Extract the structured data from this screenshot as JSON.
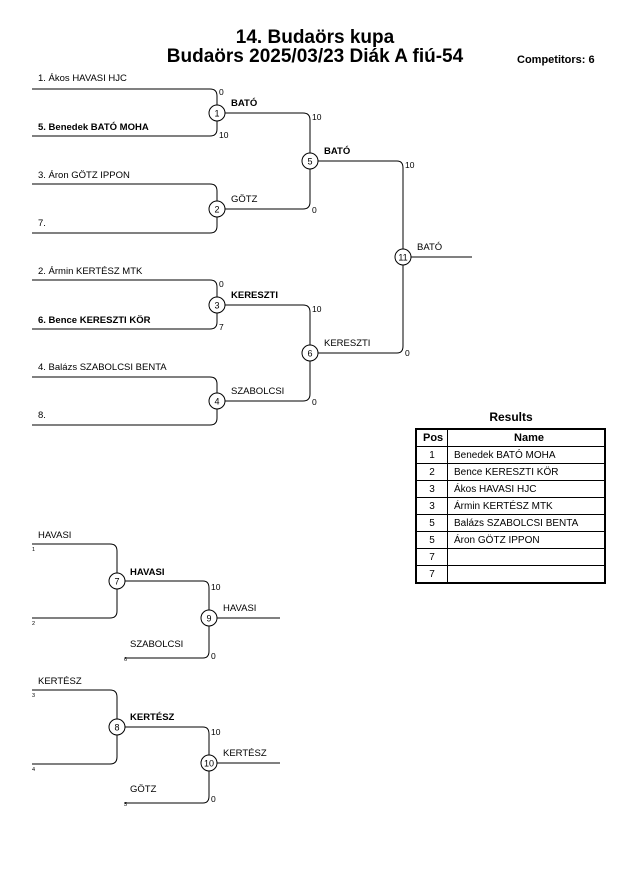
{
  "header": {
    "title": "14. Budaörs kupa",
    "subtitle": "Budaörs 2025/03/23 Diák A fiú-54",
    "competitors": "Competitors: 6"
  },
  "main_bracket": {
    "entries": [
      "1. Ákos HAVASI HJC",
      "5. Benedek BATÓ MOHA",
      "3. Áron GÖTZ IPPON",
      "7.",
      "2. Ármin KERTÉSZ MTK",
      "6. Bence KERESZTI KÖR",
      "4. Balázs SZABOLCSI BENTA",
      "8."
    ],
    "matches": [
      {
        "no": "1",
        "winner": "BATÓ",
        "scores": [
          "0",
          "10"
        ]
      },
      {
        "no": "2",
        "winner": "GÖTZ",
        "scores": [
          "",
          ""
        ]
      },
      {
        "no": "3",
        "winner": "KERESZTI",
        "scores": [
          "0",
          "7"
        ]
      },
      {
        "no": "4",
        "winner": "SZABOLCSI",
        "scores": [
          "",
          ""
        ]
      },
      {
        "no": "5",
        "winner": "BATÓ",
        "scores": [
          "10",
          "0"
        ]
      },
      {
        "no": "6",
        "winner": "KERESZTI",
        "scores": [
          "10",
          "0"
        ]
      },
      {
        "no": "11",
        "winner": "BATÓ",
        "scores": [
          "10",
          "0"
        ]
      }
    ]
  },
  "repechage": [
    {
      "top_entry": "HAVASI",
      "top_seed": "1",
      "bottom_entry": "",
      "bottom_seed": "2",
      "match_no": "7",
      "match_winner": "HAVASI",
      "final_no": "9",
      "final_winner": "HAVASI",
      "scores": [
        "10",
        "0"
      ],
      "third_entry": "SZABOLCSI",
      "third_seed": "6"
    },
    {
      "top_entry": "KERTÉSZ",
      "top_seed": "3",
      "bottom_entry": "",
      "bottom_seed": "4",
      "match_no": "8",
      "match_winner": "KERTÉSZ",
      "final_no": "10",
      "final_winner": "KERTÉSZ",
      "scores": [
        "10",
        "0"
      ],
      "third_entry": "GÖTZ",
      "third_seed": "5"
    }
  ],
  "results": {
    "title": "Results",
    "headers": {
      "pos": "Pos",
      "name": "Name"
    },
    "rows": [
      {
        "pos": "1",
        "name": "Benedek BATÓ MOHA"
      },
      {
        "pos": "2",
        "name": "Bence KERESZTI KÖR"
      },
      {
        "pos": "3",
        "name": "Ákos HAVASI HJC"
      },
      {
        "pos": "3",
        "name": "Ármin KERTÉSZ MTK"
      },
      {
        "pos": "5",
        "name": "Balázs SZABOLCSI BENTA"
      },
      {
        "pos": "5",
        "name": "Áron GÖTZ IPPON"
      },
      {
        "pos": "7",
        "name": ""
      },
      {
        "pos": "7",
        "name": ""
      }
    ]
  }
}
